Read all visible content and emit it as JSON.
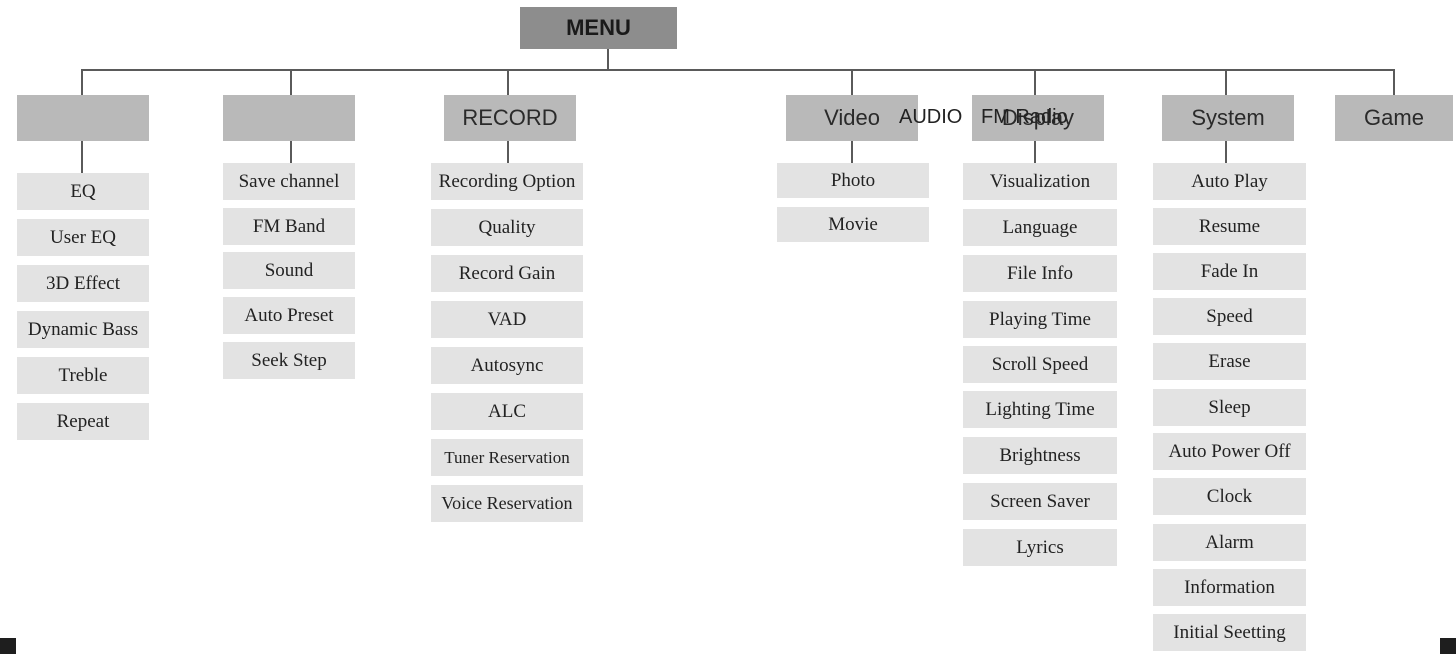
{
  "menu": {
    "label": "MENU"
  },
  "columns": {
    "audio": {
      "header": "",
      "items": [
        "EQ",
        "User EQ",
        "3D Effect",
        "Dynamic Bass",
        "Treble",
        "Repeat"
      ]
    },
    "fm_radio": {
      "header": "",
      "items": [
        "Save channel",
        "FM Band",
        "Sound",
        "Auto Preset",
        "Seek Step"
      ]
    },
    "record": {
      "header": "RECORD",
      "items": [
        "Recording Option",
        "Quality",
        "Record Gain",
        "VAD",
        "Autosync",
        "ALC",
        "Tuner Reservation",
        "Voice Reservation"
      ]
    },
    "video": {
      "header": "Video",
      "items": [
        "Photo",
        "Movie"
      ]
    },
    "display": {
      "header": "Display",
      "items": [
        "Visualization",
        "Language",
        "File Info",
        "Playing Time",
        "Scroll Speed",
        "Lighting Time",
        "Brightness",
        "Screen Saver",
        "Lyrics"
      ]
    },
    "system": {
      "header": "System",
      "items": [
        "Auto Play",
        "Resume",
        "Fade In",
        "Speed",
        "Erase",
        "Sleep",
        "Auto Power Off",
        "Clock",
        "Alarm",
        "Information",
        "Initial Seetting"
      ]
    },
    "game": {
      "header": "Game",
      "items": []
    }
  },
  "overlapping_labels": {
    "audio": "AUDIO",
    "fm_radio": "FM Radio"
  }
}
